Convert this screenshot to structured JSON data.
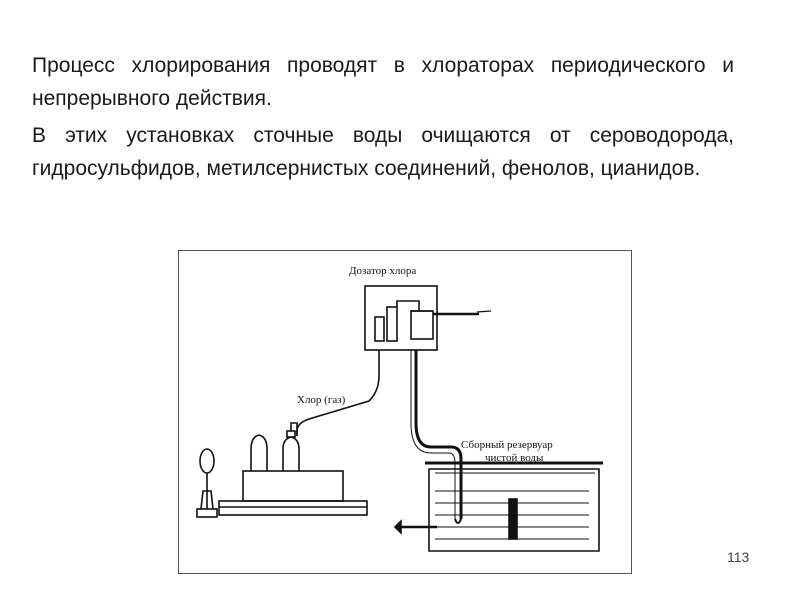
{
  "text": {
    "paragraph1": "Процесс хлорирования проводят в хлораторах периодического и непрерывного действия.",
    "paragraph2": "В этих установках сточные воды очищаются от сероводорода, гидросульфидов, метилсернистых соединений, фенолов, цианидов."
  },
  "figure": {
    "label_doser": "Дозатор хлора",
    "label_chlorine_gas": "Хлор (газ)",
    "label_reservoir_line1": "Сборный резервуар",
    "label_reservoir_line2": "чистой воды"
  },
  "page_number": "113"
}
